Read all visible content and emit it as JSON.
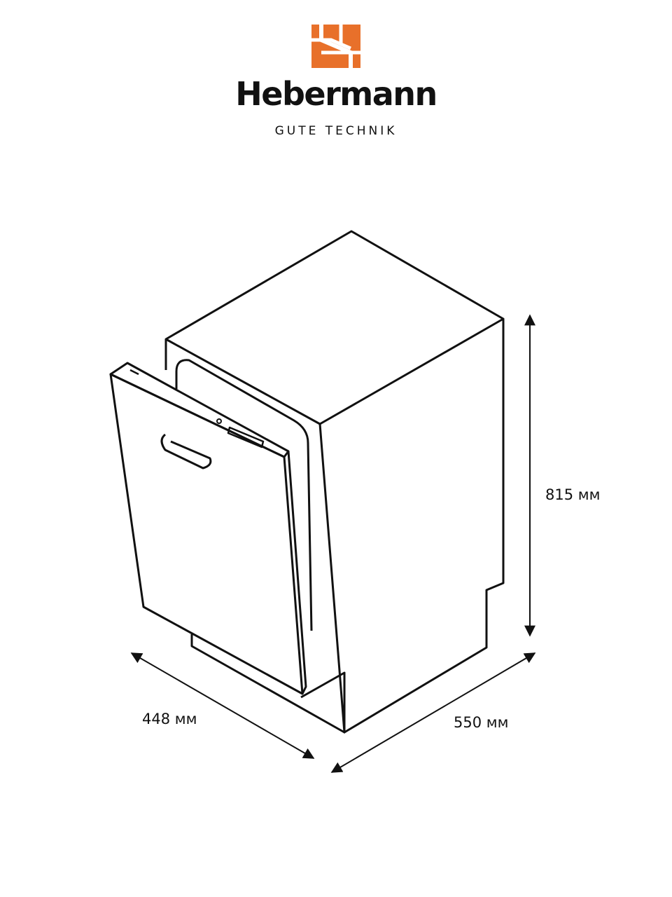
{
  "brand": {
    "name": "Hebermann",
    "tagline": "GUTE TECHNIK",
    "logo_color": "#E8702A",
    "logo_icon": "hebermann-logo-icon"
  },
  "dimensions": {
    "height_label": "815 мм",
    "width_label": "448 мм",
    "depth_label": "550 мм"
  },
  "colors": {
    "line": "#111111",
    "background": "#ffffff"
  }
}
